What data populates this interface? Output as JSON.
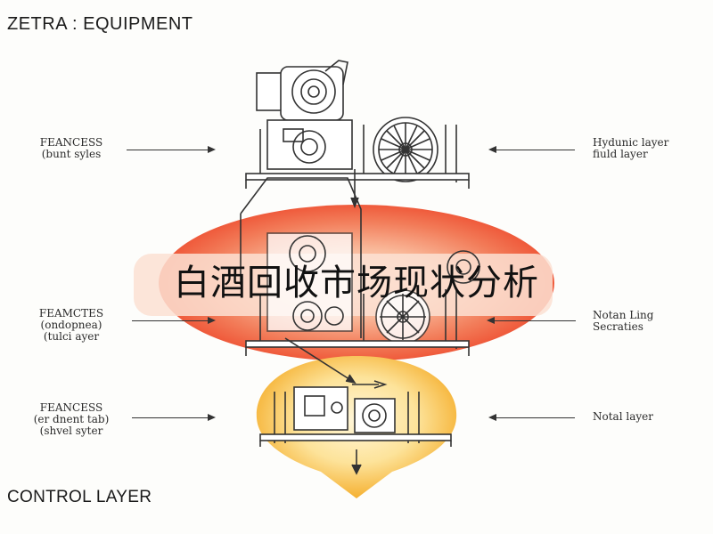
{
  "header": {
    "title": "ZETRA : EQUIPMENT"
  },
  "footer": {
    "title": "CONTROL LAYER"
  },
  "banner": {
    "text": "白酒回收市场现状分析"
  },
  "layers": [
    {
      "left_label": [
        "FEANCESS",
        "(bunt syles"
      ],
      "right_label": [
        "Hydunic layer",
        "fiuld layer"
      ]
    },
    {
      "left_label": [
        "FEAMCTES",
        "(ondopnea)",
        "(tulci ayer"
      ],
      "right_label": [
        "Notan Ling",
        "Secraties"
      ]
    },
    {
      "left_label": [
        "FEANCESS",
        "(er dnent tab)",
        "(shvel syter"
      ],
      "right_label": [
        "Notal layer"
      ]
    }
  ],
  "colors": {
    "ellipse_red": "#f05a3c",
    "ellipse_peach": "#f8c9a8",
    "teardrop_orange": "#f6b436",
    "teardrop_yellow": "#fde9a8",
    "line": "#333333"
  }
}
